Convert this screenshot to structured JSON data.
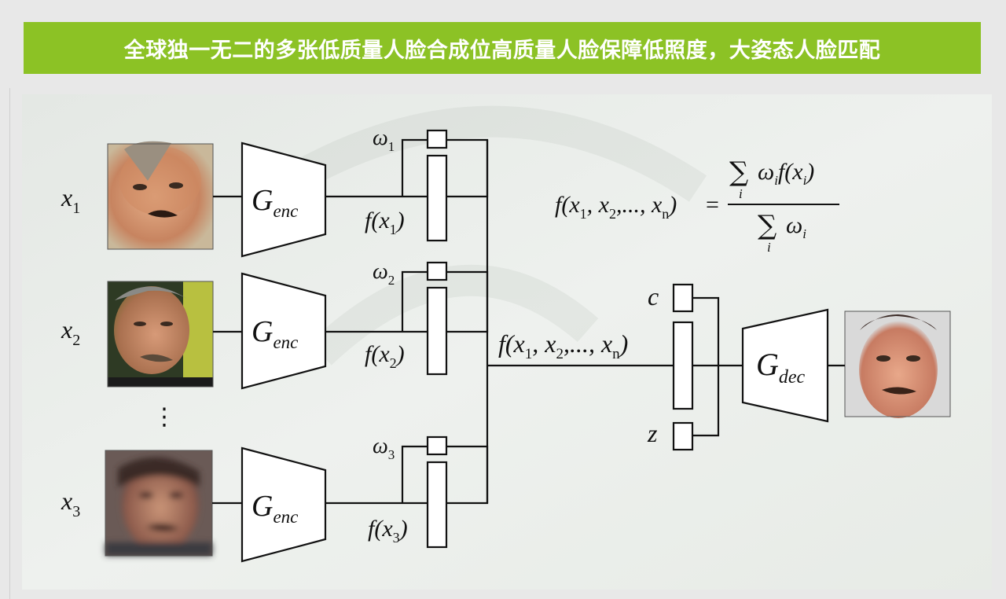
{
  "title": "全球独一无二的多张低质量人脸合成位高质量人脸保障低照度，大姿态人脸匹配",
  "inputs": [
    {
      "name": "x",
      "sub": "1",
      "weight": "ω",
      "weight_sub": "1",
      "feature": "f(x",
      "feature_sub": "1",
      "feature_close": ")"
    },
    {
      "name": "x",
      "sub": "2",
      "weight": "ω",
      "weight_sub": "2",
      "feature": "f(x",
      "feature_sub": "2",
      "feature_close": ")"
    },
    {
      "name": "x",
      "sub": "3",
      "weight": "ω",
      "weight_sub": "3",
      "feature": "f(x",
      "feature_sub": "3",
      "feature_close": ")"
    }
  ],
  "ellipsis": "⋮",
  "encoder": {
    "symbol": "G",
    "sub": "enc"
  },
  "decoder": {
    "symbol": "G",
    "sub": "dec"
  },
  "aggregate_label": {
    "prefix": "f(x",
    "sub1": "1",
    "mid1": ", x",
    "sub2": "2",
    "mid2": ",..., x",
    "subn": "n",
    "close": ")"
  },
  "latent": {
    "c": "c",
    "z": "z"
  },
  "formula": {
    "lhs_prefix": "f(x",
    "lhs_sub1": "1",
    "lhs_mid1": ", x",
    "lhs_sub2": "2",
    "lhs_mid2": ",..., x",
    "lhs_subn": "n",
    "lhs_close": ")",
    "equals": "=",
    "sum": "∑",
    "index": "i",
    "num_term": "ω",
    "num_term_sub": "i",
    "num_func": "f(x",
    "num_func_sub": "i",
    "num_close": ")",
    "den_term": "ω",
    "den_term_sub": "i"
  },
  "colors": {
    "banner": "#8cc225",
    "banner_text": "#ffffff",
    "stroke": "#111111"
  }
}
